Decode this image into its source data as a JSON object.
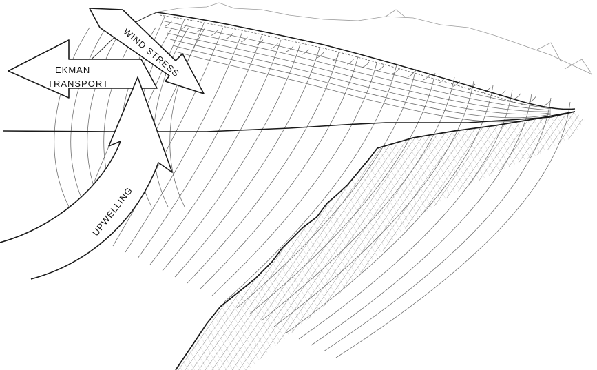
{
  "labels": {
    "ekman_line1": "EKMAN",
    "ekman_line2": "TRANSPORT",
    "wind_stress": "WIND STRESS",
    "upwelling": "UPWELLING"
  },
  "colors": {
    "ink": "#1a1a1a",
    "hatch": "#7a7a7a",
    "background": "#ffffff"
  }
}
